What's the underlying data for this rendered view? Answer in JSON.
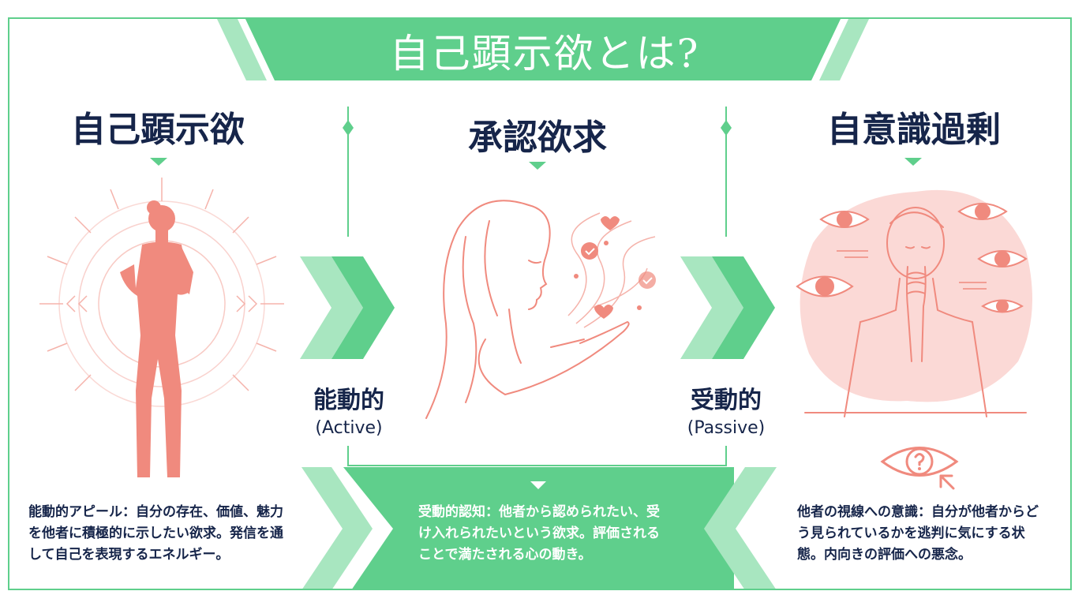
{
  "title": "自己顕示欲とは?",
  "columns": [
    {
      "heading": "自己顕示欲",
      "description": "能動的アピール：自分の存在、価値、魅力を他者に積極的に示したい欲求。発信を通して自己を表現するエネルギー。"
    },
    {
      "heading": "承認欲求",
      "description": "受動的認知：他者から認められたい、受け入れられたいという欲求。評価されることで満たされる心の動き。"
    },
    {
      "heading": "自意識過剰",
      "description": "他者の視線への意識：自分が他者からどう見られているかを逃判に気にする状態。内向きの評価への悪念。"
    }
  ],
  "transitions": [
    {
      "label": "能動的",
      "sublabel": "(Active)"
    },
    {
      "label": "受動的",
      "sublabel": "(Passive)"
    }
  ],
  "colors": {
    "accent_green": "#5fcf8c",
    "light_green": "#a8e6c0",
    "coral": "#f08a7e",
    "pink_bg": "#fbd9d6",
    "navy": "#16254a"
  },
  "icons": {
    "confident-woman": "standing-silhouette-icon",
    "approval-woman": "woman-with-hearts-icon",
    "self-conscious-woman": "woman-surrounded-by-eyes-icon",
    "question-eye": "eye-question-cursor-icon"
  }
}
